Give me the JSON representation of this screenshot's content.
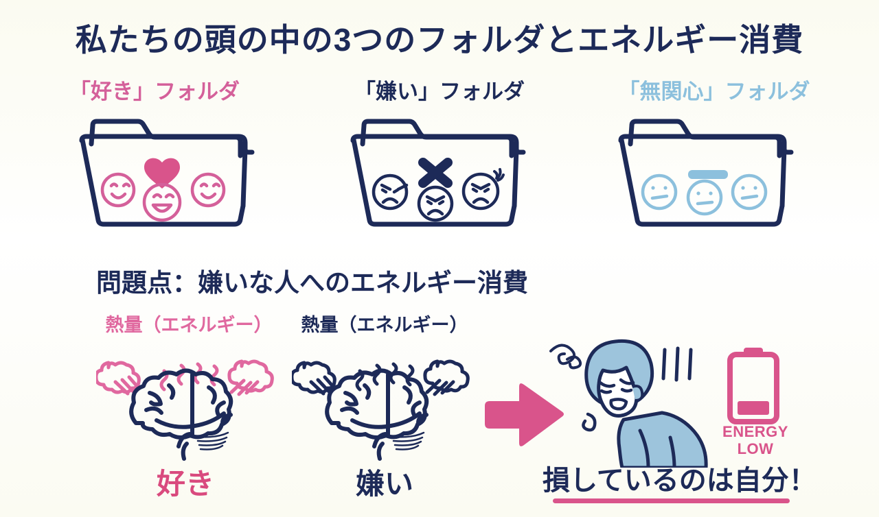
{
  "page": {
    "background_color": "#fdfdf7",
    "title": "私たちの頭の中の3つのフォルダとエネルギー消費"
  },
  "colors": {
    "navy": "#1d2a58",
    "pink": "#d9548b",
    "pink_light": "#e0689f",
    "blue_light": "#8cc0dd",
    "person_blue": "#9dc4dc"
  },
  "folders": [
    {
      "label": "「好き」フォルダ",
      "label_color": "#d4609a",
      "symbol": "heart",
      "symbol_color": "#d9548b",
      "faces": "smiling",
      "face_color": "#d4609a"
    },
    {
      "label": "「嫌い」フォルダ",
      "label_color": "#1d2a58",
      "symbol": "cross-x",
      "symbol_color": "#1d2a58",
      "faces": "angry",
      "face_color": "#1d2a58"
    },
    {
      "label": "「無関心」フォルダ",
      "label_color": "#8cc0dd",
      "symbol": "dash",
      "symbol_color": "#8cc0dd",
      "faces": "neutral",
      "face_color": "#8cc0dd"
    }
  ],
  "lower": {
    "heading": "問題点：嫌いな人へのエネルギー消費",
    "brains": [
      {
        "energy_label": "熱量（エネルギー）",
        "energy_label_color": "#e0689f",
        "caption": "好き",
        "caption_color": "#d94a7e",
        "steam_color": "#e0689f",
        "brain_color": "#1d2a58"
      },
      {
        "energy_label": "熱量（エネルギー）",
        "energy_label_color": "#1d2a58",
        "caption": "嫌い",
        "caption_color": "#1d2a58",
        "steam_color": "#1d2a58",
        "brain_color": "#1d2a58"
      }
    ],
    "arrow": {
      "direction": "right",
      "color": "#d9548b"
    },
    "person": {
      "state": "exhausted",
      "body_color": "#9dc4dc",
      "outline_color": "#1d2a58"
    },
    "battery": {
      "line1": "ENERGY",
      "line2": "LOW",
      "color": "#d9548b",
      "fill_level_percent": 22
    },
    "conclusion": "損しているのは自分！",
    "conclusion_underline_color": "#d9548b"
  }
}
